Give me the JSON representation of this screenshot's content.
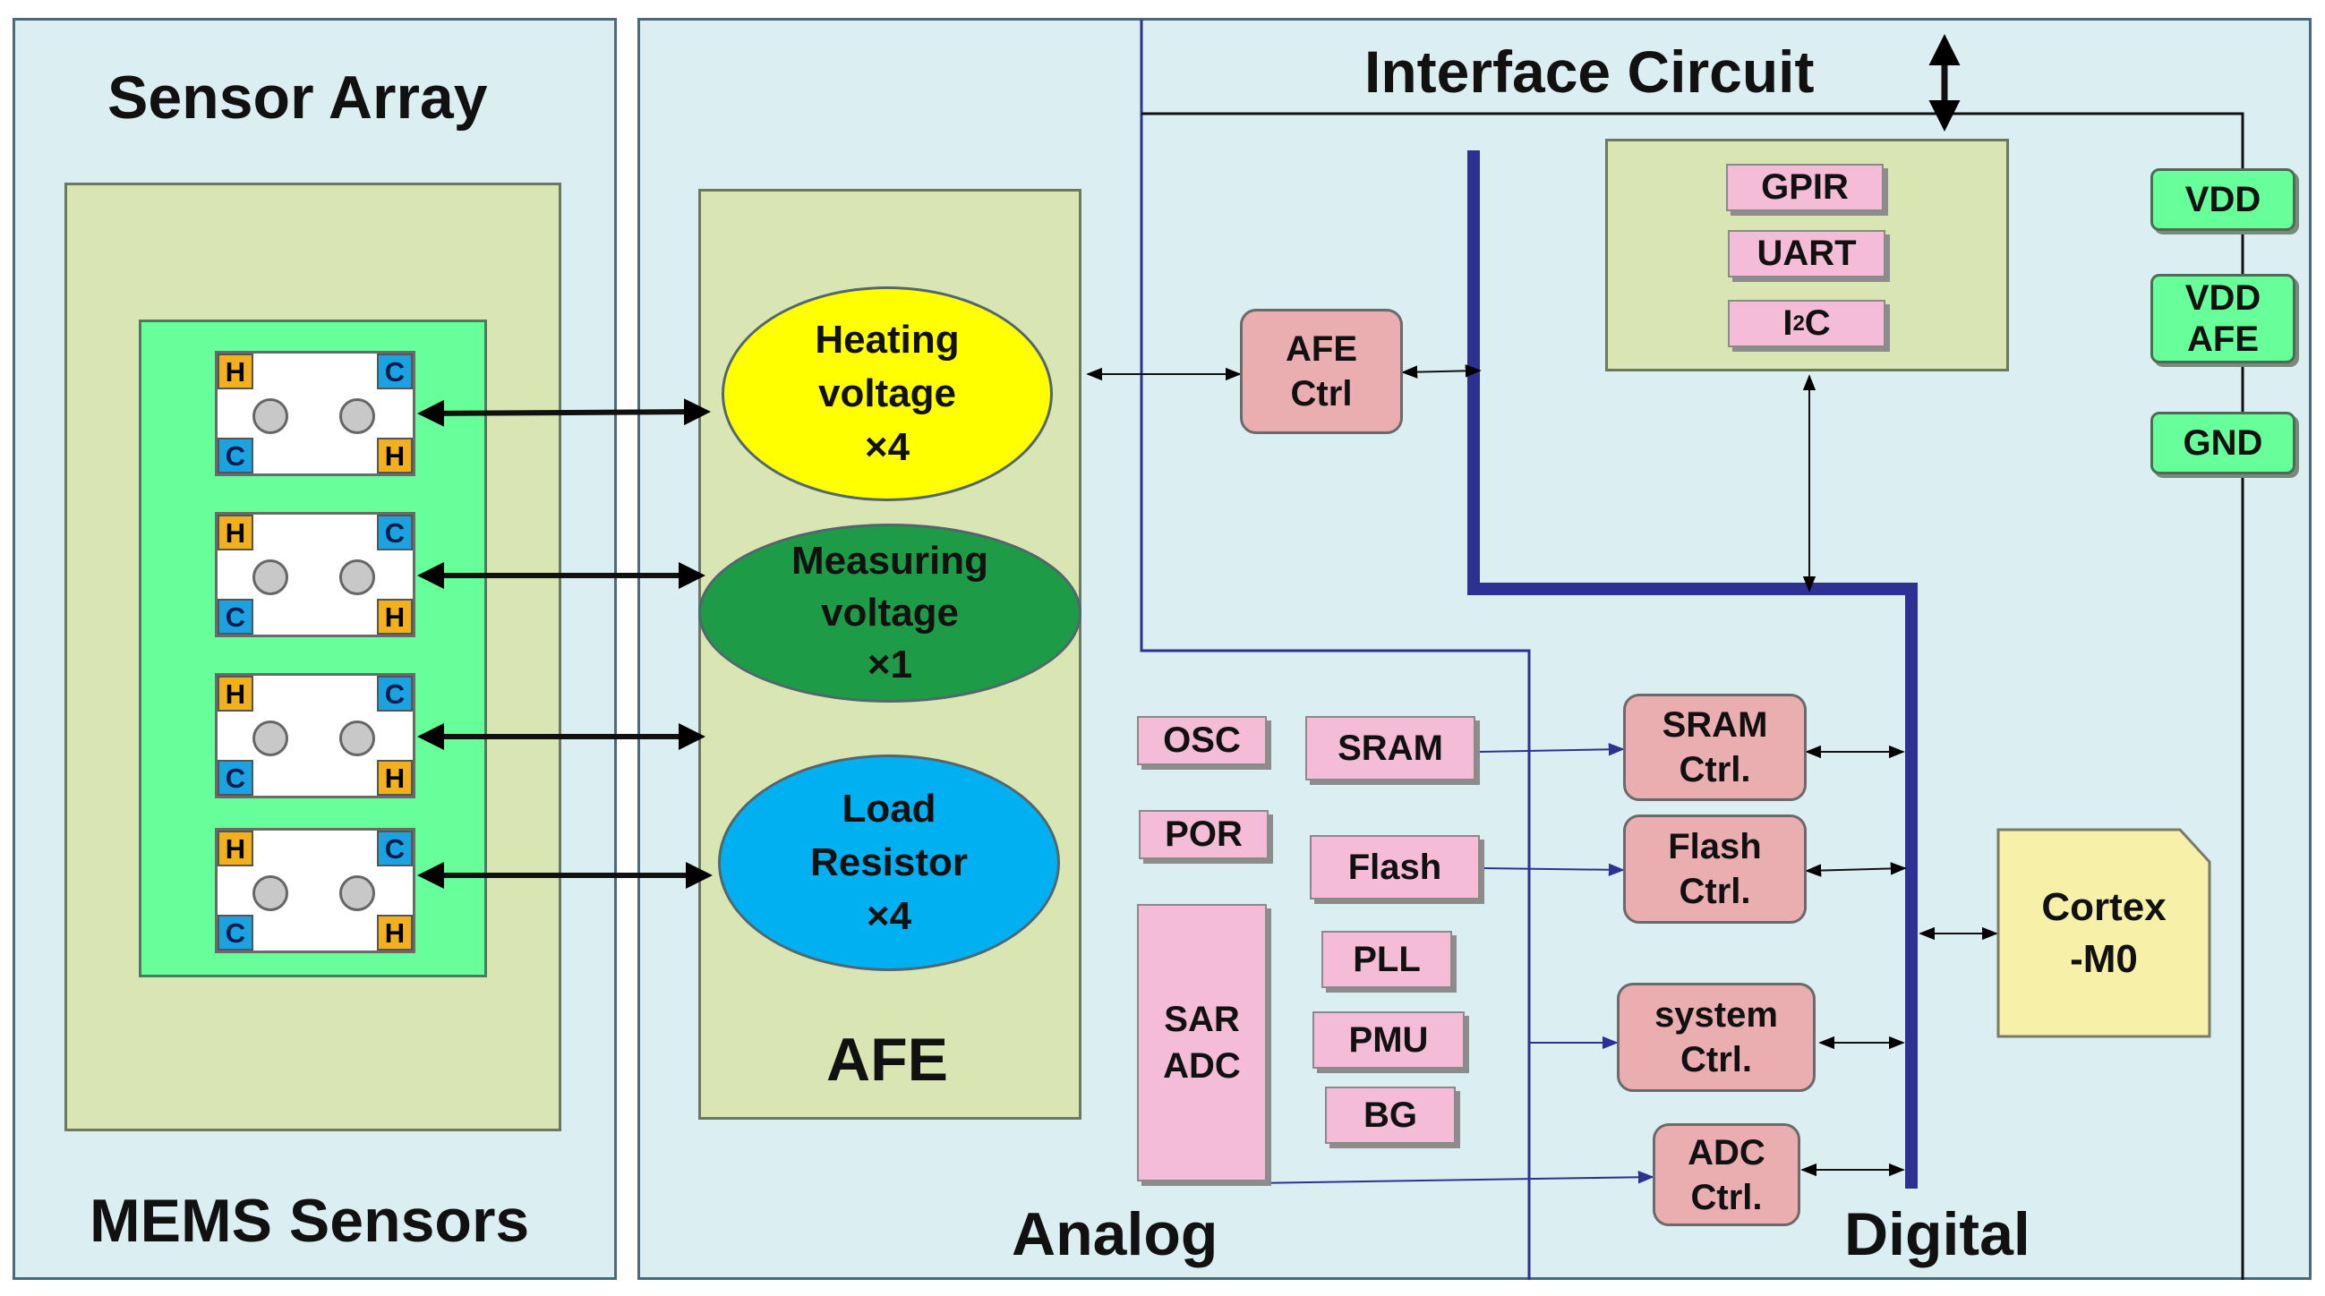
{
  "titles": {
    "sensor_array": "Sensor Array",
    "mems_sensors": "MEMS Sensors",
    "interface_circuit": "Interface Circuit",
    "afe": "AFE",
    "analog": "Analog",
    "digital": "Digital"
  },
  "sensor_tags": {
    "heater": "H",
    "contact": "C"
  },
  "afe_blocks": {
    "heating": {
      "line1": "Heating",
      "line2": "voltage",
      "line3": "×4",
      "color": "#ffff00"
    },
    "measuring": {
      "line1": "Measuring",
      "line2": "voltage",
      "line3": "×1",
      "color": "#1e9b46"
    },
    "load": {
      "line1": "Load",
      "line2": "Resistor",
      "line3": "×4",
      "color": "#00b0f0"
    }
  },
  "afe_ctrl": {
    "line1": "AFE",
    "line2": "Ctrl"
  },
  "peripherals": {
    "gpir": "GPIR",
    "uart": "UART",
    "i2c_main": "I",
    "i2c_sup": "2",
    "i2c_tail": "C"
  },
  "power": {
    "vdd": "VDD",
    "vdd_afe_line1": "VDD",
    "vdd_afe_line2": "AFE",
    "gnd": "GND"
  },
  "analog_blocks": {
    "osc": "OSC",
    "por": "POR",
    "sram": "SRAM",
    "flash": "Flash",
    "pll": "PLL",
    "pmu": "PMU",
    "bg": "BG",
    "sar_line1": "SAR",
    "sar_line2": "ADC"
  },
  "controllers": {
    "sram": {
      "line1": "SRAM",
      "line2": "Ctrl."
    },
    "flash": {
      "line1": "Flash",
      "line2": "Ctrl."
    },
    "system": {
      "line1": "system",
      "line2": "Ctrl."
    },
    "adc": {
      "line1": "ADC",
      "line2": "Ctrl."
    }
  },
  "cpu": {
    "line1": "Cortex",
    "line2": "-M0"
  },
  "colors": {
    "panel": "#dbeef2",
    "olive": "#d9e5b2",
    "mint": "#66ff99",
    "bus": "#2e3192",
    "pink_block": "#f5bcd8",
    "ctrl_block": "#eaaeb0",
    "cpu_block": "#f7f0a8"
  }
}
